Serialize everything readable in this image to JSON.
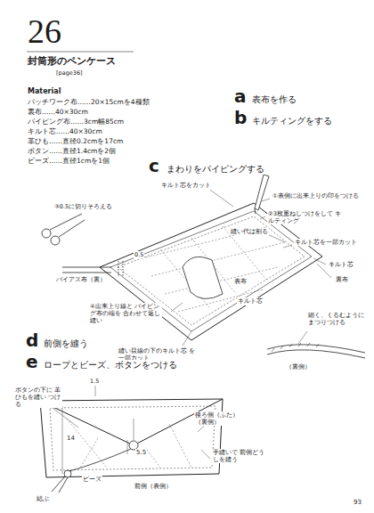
{
  "diagram": {
    "title": "封筒形のペンケース",
    "labels": [
      "26",
      "[page36]",
      "Material",
      "パッチワーク布……20×15cmを4種類",
      "裏布……40×30cm",
      "パイピング布……3cm幅85cm",
      "キルト芯……40×30cm",
      "革ひも……直径0.2cmを17cm",
      "ボタン……直径1.4cmを2個",
      "ビーズ……直径1cmを1個",
      "a",
      "表布を作る",
      "b",
      "キルティングをする",
      "c",
      "まわりをパイピングする",
      "キルト芯をカット",
      "①表側に出来上りの印をつける",
      "②3枚重ねしつけをして キルティング",
      "縫い代は割る",
      "キルト芯を一部カット",
      "③0.5に切りそろえる",
      "0.5",
      "バイアス布（裏）",
      "キルト芯",
      "裏布",
      "表布",
      "キルト芯",
      "④出来上り線と パイピング布の端を 合わせて返し縫い",
      "縫い目線の下のキルト芯 を一部カット",
      "細く、くるむように まつりつける",
      "（裏側）",
      "d",
      "前側を縫う",
      "e",
      "ロープとビーズ、ボタンをつける",
      "1.5",
      "ボタンの下に 革ひもを縫い つける",
      "後ろ側（ふた） （裏側）",
      "14",
      "5.5",
      "手縫いで 前側どうしを縫う",
      "前側（表側）",
      "ビーズ",
      "結ぶ",
      "93"
    ]
  }
}
